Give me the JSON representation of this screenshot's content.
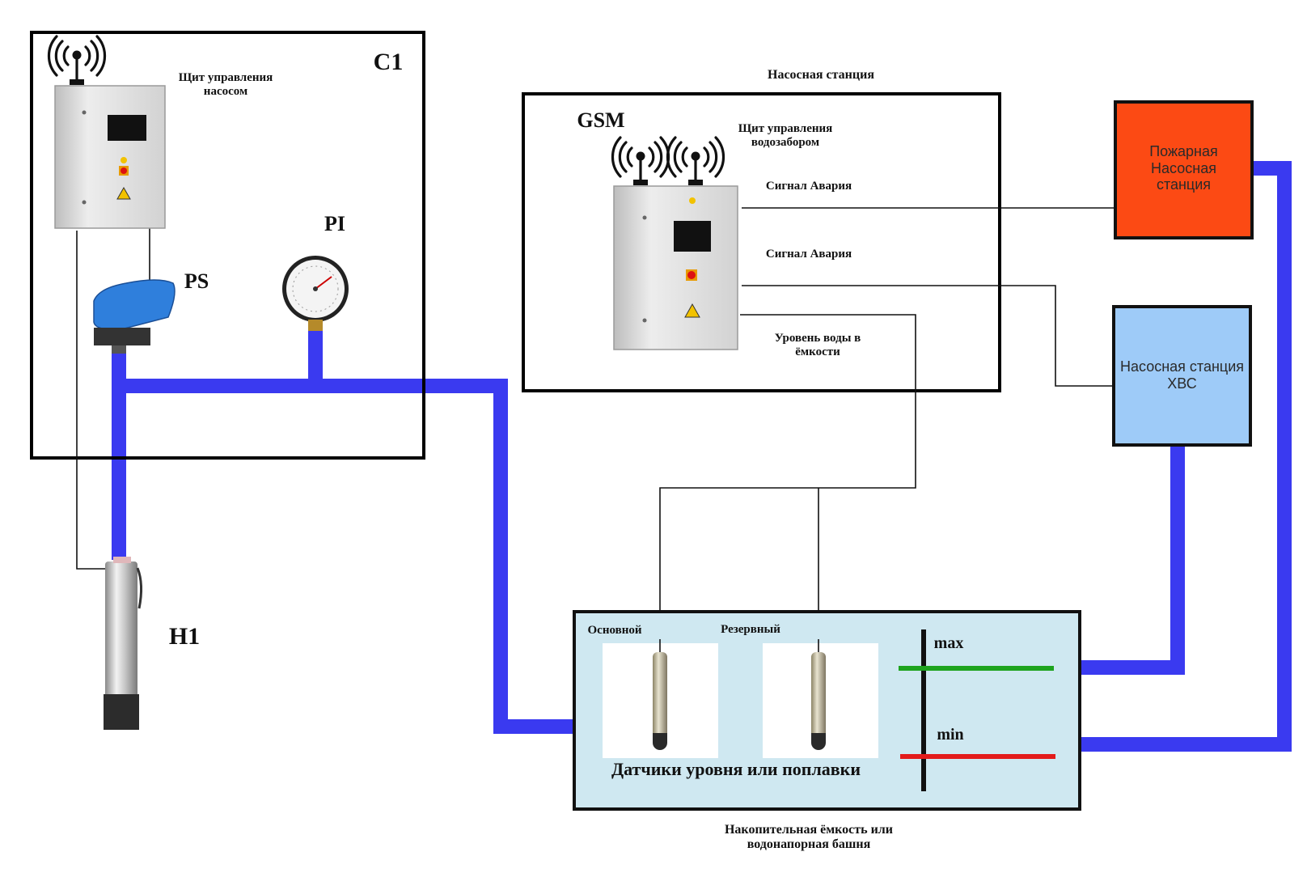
{
  "labels": {
    "c1": "C1",
    "pump_panel": "Щит управления\nнасосом",
    "ps": "PS",
    "pi": "PI",
    "h1": "H1",
    "pump_station_title": "Насосная станция",
    "gsm": "GSM",
    "intake_panel": "Щит управления\nводозабором",
    "alarm_signal_1": "Сигнал Авария",
    "alarm_signal_2": "Сигнал Авария",
    "water_level": "Уровень воды в\nёмкости",
    "fire_station": "Пожарная\nНасосная\nстанция",
    "cold_water_station": "Насосная станция\nХВС",
    "sensor_main": "Основной",
    "sensor_reserve": "Резервный",
    "max": "max",
    "min": "min",
    "sensors_caption": "Датчики уровня или поплавки",
    "tank_caption": "Накопительная ёмкость или\nводонапорная башня"
  },
  "colors": {
    "pipe": "#3a3af0",
    "fire_station_fill": "#fc4a14",
    "cold_water_fill": "#9ecbf8",
    "tank_fill": "#cfe8f1",
    "max_line": "#1ea31e",
    "min_line": "#e31b1b",
    "panel_body": "#e6e6e6",
    "pressure_switch": "#2f7fdc"
  },
  "icons": [
    "antenna-icon",
    "control-panel-icon",
    "pressure-switch-icon",
    "pressure-gauge-icon",
    "submersible-pump-icon",
    "level-sensor-icon"
  ]
}
